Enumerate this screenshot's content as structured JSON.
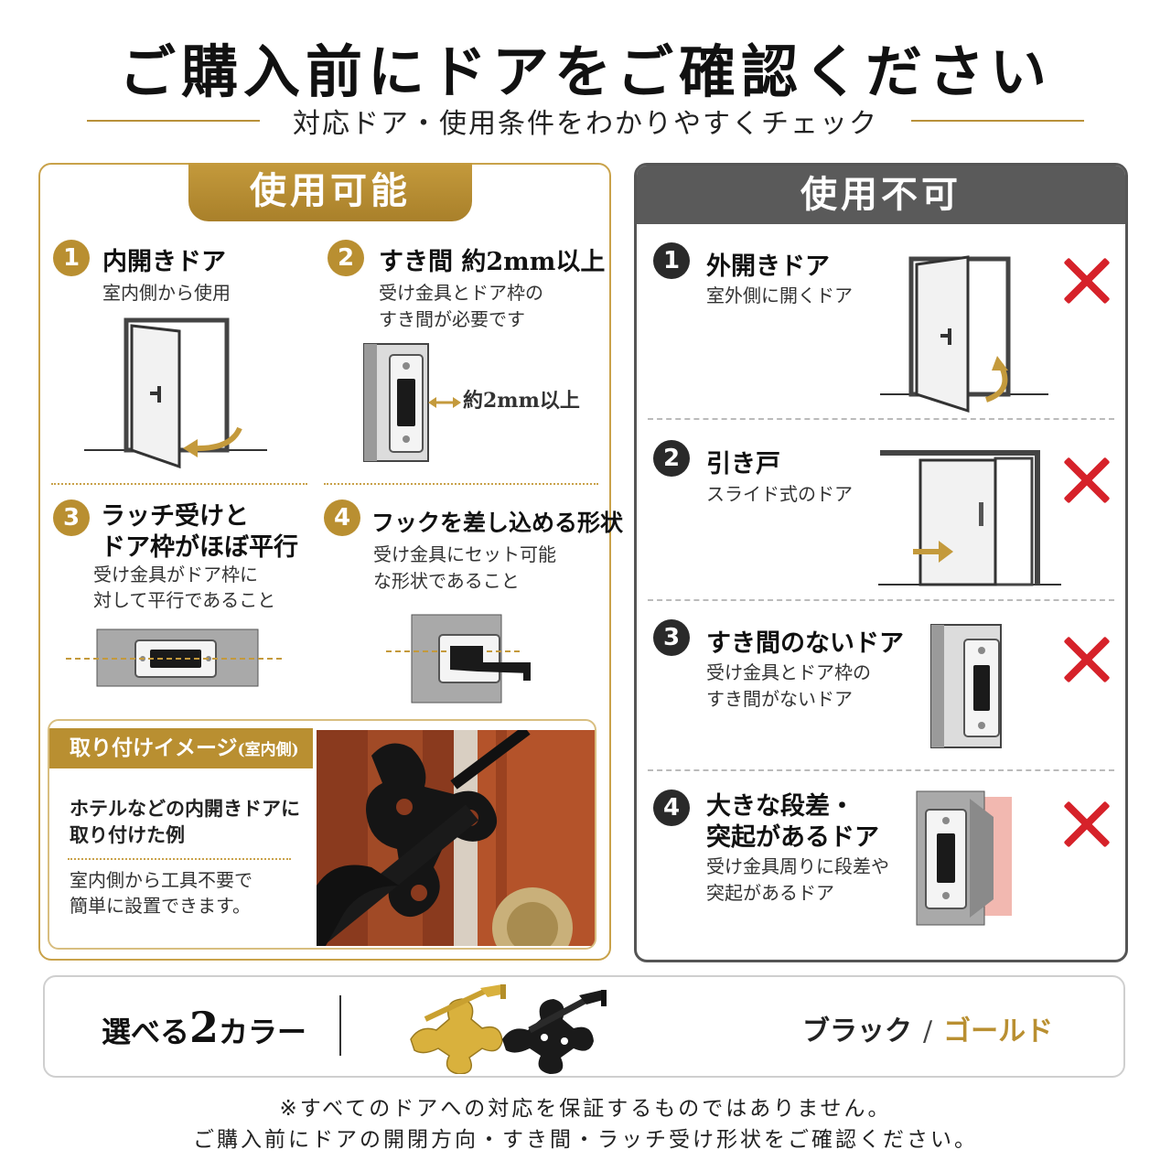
{
  "title": "ご購入前にドアをご確認ください",
  "subtitle": "対応ドア・使用条件をわかりやすくチェック",
  "ok_panel": {
    "header": "使用可能",
    "items": [
      {
        "num": "1",
        "title": "内開きドア",
        "desc1": "室内側から使用",
        "desc2": ""
      },
      {
        "num": "2",
        "title": "すき間 約2mm以上",
        "desc1": "受け金具とドア枠の",
        "desc2": "すき間が必要です",
        "gap_label": "約2mm以上"
      },
      {
        "num": "3",
        "title": "ラッチ受けと",
        "title2": "ドア枠がほぼ平行",
        "desc1": "受け金具がドア枠に",
        "desc2": "対して平行であること"
      },
      {
        "num": "4",
        "title": "フックを差し込める形状",
        "desc1": "受け金具にセット可能",
        "desc2": "な形状であること"
      }
    ],
    "install": {
      "tag": "取り付けイメージ",
      "tag_small": "(室内側)",
      "text1a": "ホテルなどの内開きドアに",
      "text1b": "取り付けた例",
      "text2a": "室内側から工具不要で",
      "text2b": "簡単に設置できます。"
    }
  },
  "ng_panel": {
    "header": "使用不可",
    "items": [
      {
        "num": "1",
        "title": "外開きドア",
        "desc1": "室外側に開くドア",
        "desc2": ""
      },
      {
        "num": "2",
        "title": "引き戸",
        "desc1": "スライド式のドア",
        "desc2": ""
      },
      {
        "num": "3",
        "title": "すき間のないドア",
        "desc1": "受け金具とドア枠の",
        "desc2": "すき間がないドア"
      },
      {
        "num": "4",
        "title": "大きな段差・",
        "title2": "突起があるドア",
        "desc1": "受け金具周りに段差や",
        "desc2": "突起があるドア"
      }
    ]
  },
  "colors": {
    "label_prefix": "選べる",
    "label_num": "2",
    "label_suffix": "カラー",
    "black": "ブラック",
    "slash": "/",
    "gold": "ゴールド",
    "gold_hex": "#b98f31",
    "black_hex": "#222222"
  },
  "note1": "※すべてのドアへの対応を保証するものではありません。",
  "note2": "ご購入前にドアの開閉方向・すき間・ラッチ受け形状をご確認ください。"
}
